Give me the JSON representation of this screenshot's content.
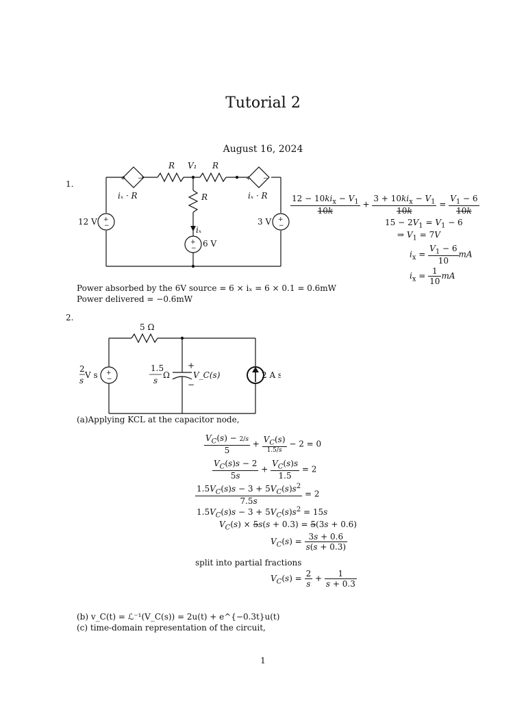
{
  "title": "Tutorial 2",
  "date": "August 16, 2024",
  "q1": {
    "number": "1.",
    "circuit": {
      "r_left": "R",
      "r_right": "R",
      "r_mid": "R",
      "v1": "V₁",
      "dep_left": "iₓ · R",
      "dep_right": "iₓ · R",
      "src_12v": "12 V",
      "src_3v": "3 V",
      "src_6v": "6 V",
      "ix": "iₓ"
    },
    "power_absorbed": "Power absorbed by the 6V source = 6 × iₓ = 6 × 0.1 = 0.6mW",
    "power_delivered": "Power delivered = −0.6mW"
  },
  "q2": {
    "number": "2.",
    "circuit": {
      "r5": "5 Ω",
      "vsrc_num": "2",
      "vsrc_den": "s",
      "vsrc_unit": "V s",
      "cap_num": "1.5",
      "cap_den": "s",
      "cap_unit": "Ω",
      "vc": "V_C(s)",
      "isrc": "2 A s",
      "plus": "+",
      "minus": "−"
    },
    "part_a": "(a)Applying KCL at the capacitor node,",
    "split": "split into partial fractions",
    "part_b": "(b) v_C(t) = ℒ⁻¹(V_C(s)) = 2u(t) + e^{−0.3t}u(t)",
    "part_c": "(c) time-domain representation of the circuit,"
  },
  "page_number": "1"
}
